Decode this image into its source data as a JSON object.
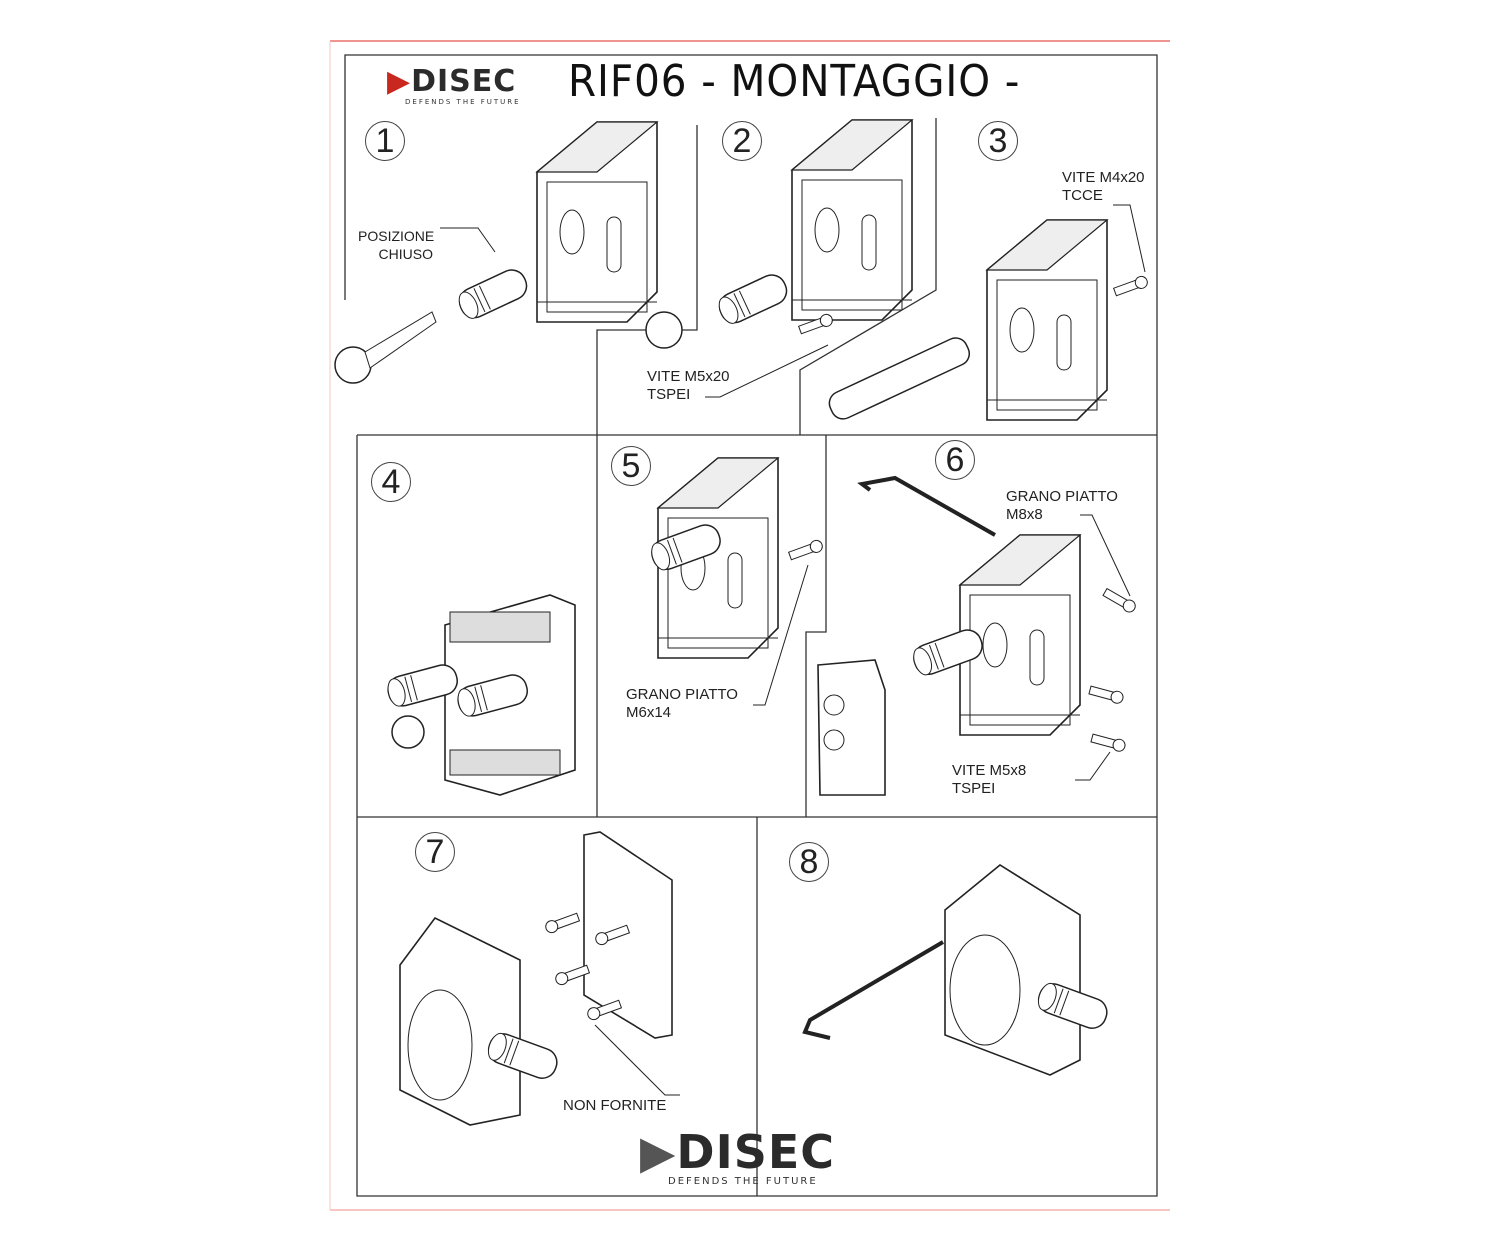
{
  "header": {
    "title": "RIF06 - MONTAGGIO -",
    "logo_text": "DISEC",
    "logo_tagline": "DEFENDS THE FUTURE"
  },
  "steps": [
    {
      "number": "1",
      "labels": [
        "POSIZIONE",
        "CHIUSO"
      ]
    },
    {
      "number": "2",
      "labels": [
        "VITE M5x20",
        "TSPEI"
      ]
    },
    {
      "number": "3",
      "labels": [
        "VITE M4x20",
        "TCCE"
      ]
    },
    {
      "number": "4",
      "labels": []
    },
    {
      "number": "5",
      "labels": [
        "GRANO PIATTO",
        "M6x14"
      ]
    },
    {
      "number": "6",
      "labels": [
        "GRANO PIATTO",
        "M8x8",
        "VITE M5x8",
        "TSPEI"
      ]
    },
    {
      "number": "7",
      "labels": [
        "NON FORNITE"
      ]
    },
    {
      "number": "8",
      "labels": []
    }
  ],
  "footer": {
    "logo_text": "DISEC",
    "logo_tagline": "DEFENDS THE FUTURE"
  },
  "colors": {
    "frame": "#333333",
    "page_edge": "#e8554e",
    "logo_accent": "#c8281e"
  }
}
